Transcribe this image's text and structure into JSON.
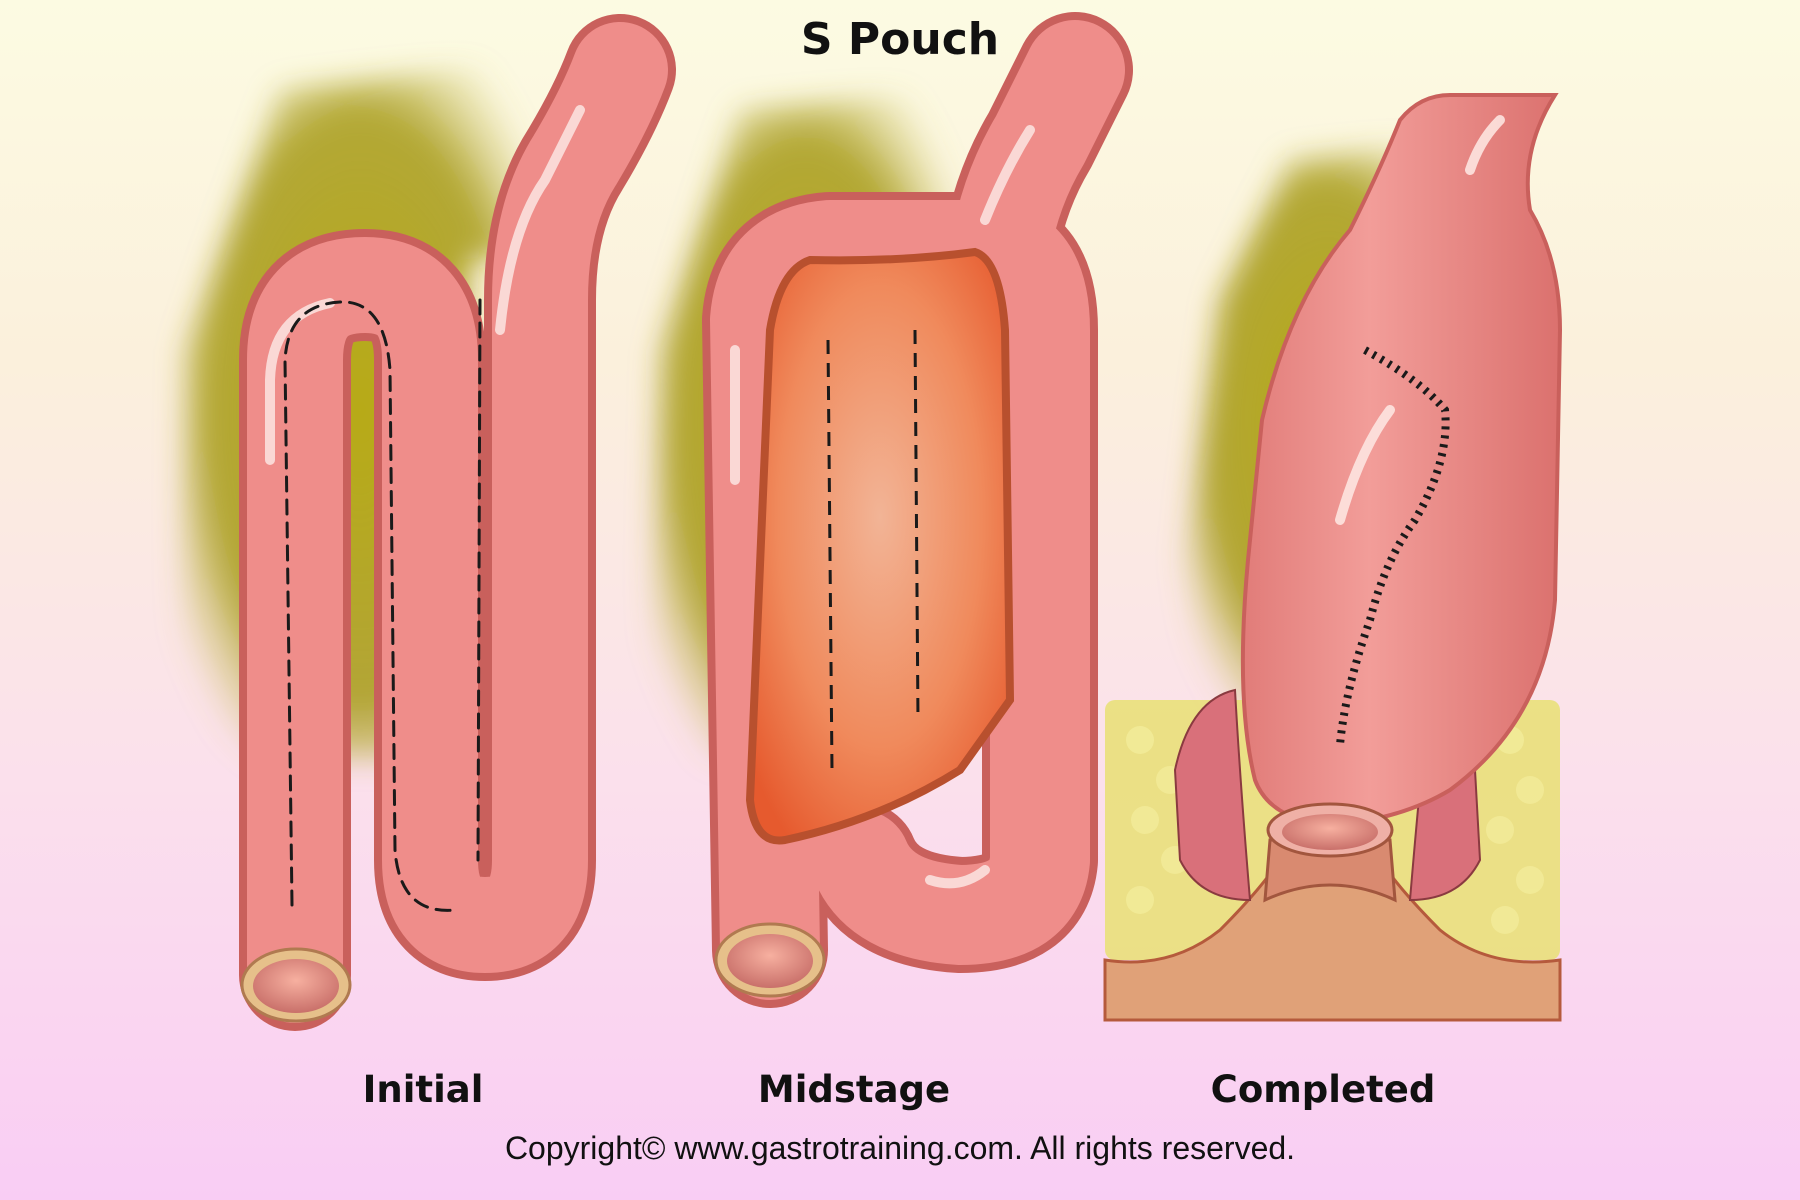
{
  "title": "S Pouch",
  "panels": [
    {
      "label": "Initial"
    },
    {
      "label": "Midstage"
    },
    {
      "label": "Completed"
    }
  ],
  "copyright": "Copyright© www.gastrotraining.com. All rights reserved.",
  "colors": {
    "bowel": "#ef8d8a",
    "bowel_shadow": "#c9605c",
    "mesentery_fat": "#b2a614",
    "opened_mucosa": "#ee8a55",
    "pelvic_fat": "#e6de6c",
    "anal_canal": "#d98a70"
  }
}
